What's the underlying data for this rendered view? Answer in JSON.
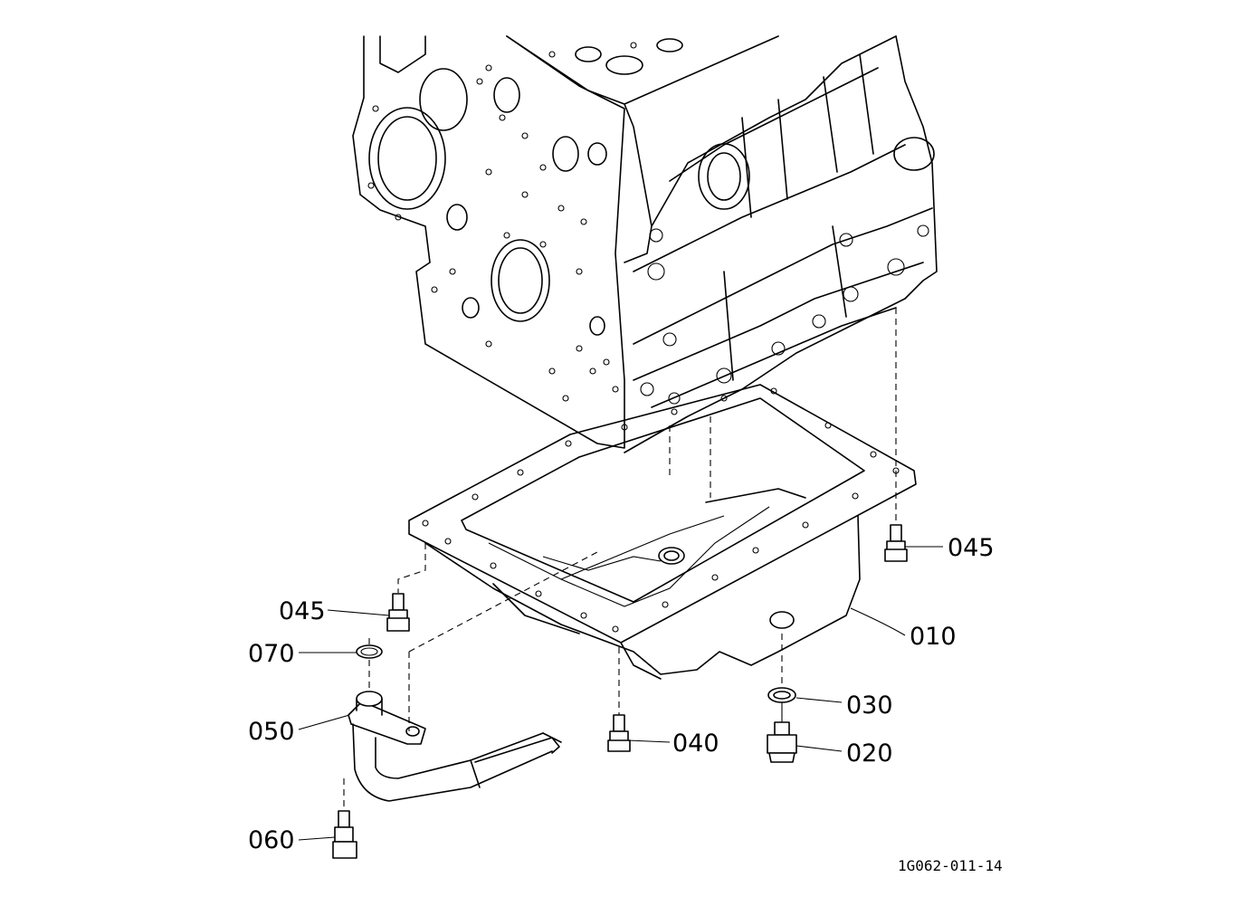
{
  "diagram": {
    "drawing_number": "1G062-011-14",
    "callouts": [
      {
        "id": "c010",
        "label": "010"
      },
      {
        "id": "c020",
        "label": "020"
      },
      {
        "id": "c030",
        "label": "030"
      },
      {
        "id": "c040",
        "label": "040"
      },
      {
        "id": "c045a",
        "label": "045"
      },
      {
        "id": "c045b",
        "label": "045"
      },
      {
        "id": "c050",
        "label": "050"
      },
      {
        "id": "c060",
        "label": "060"
      },
      {
        "id": "c070",
        "label": "070"
      }
    ]
  }
}
